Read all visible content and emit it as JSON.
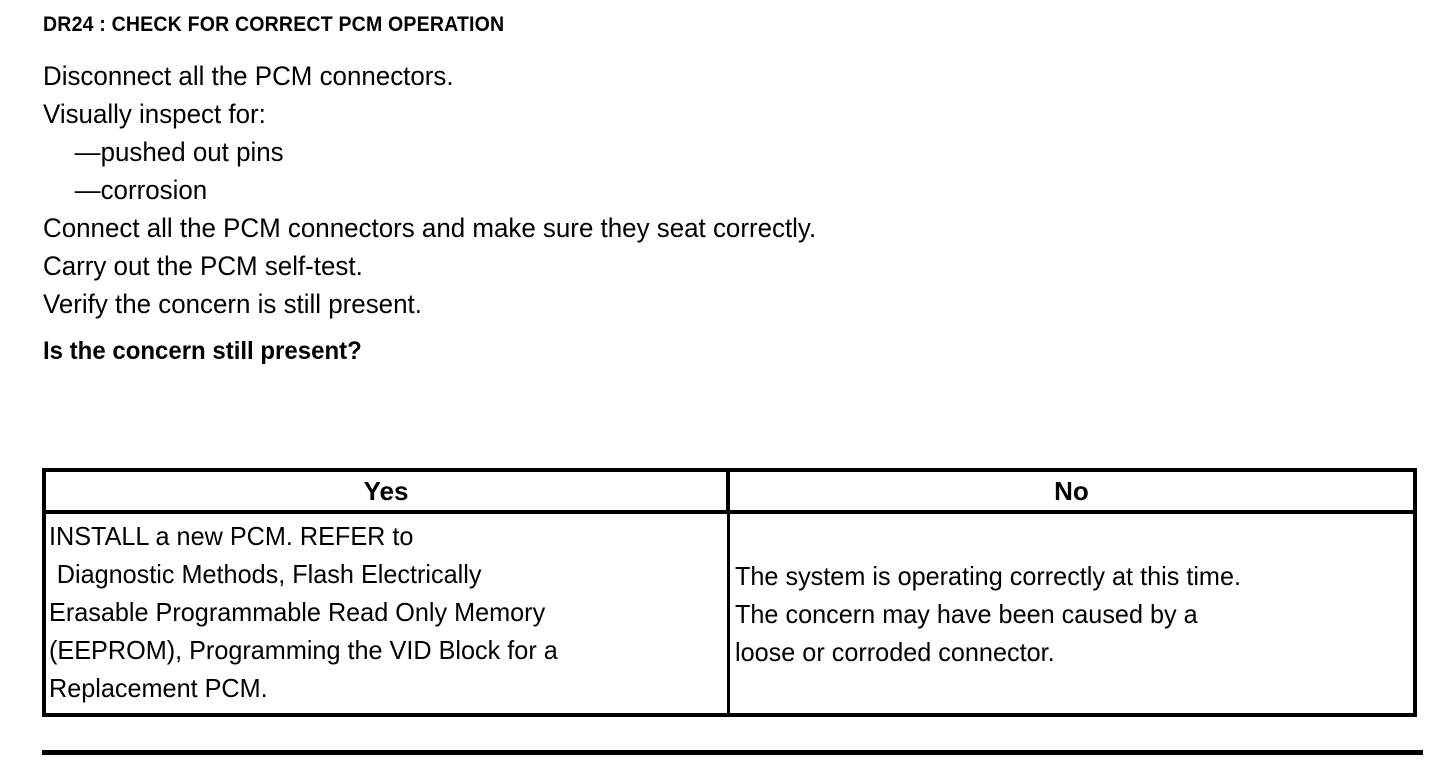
{
  "document": {
    "title": "DR24 : CHECK FOR CORRECT PCM OPERATION",
    "steps": [
      {
        "text": "Disconnect all the PCM connectors.",
        "style": "normal"
      },
      {
        "text": "Visually inspect for:",
        "style": "normal"
      },
      {
        "text": "—pushed out pins",
        "style": "dash"
      },
      {
        "text": "—corrosion",
        "style": "dash"
      },
      {
        "text": "Connect all the PCM connectors and make sure they seat correctly.",
        "style": "normal"
      },
      {
        "text": "Carry out the PCM self-test.",
        "style": "normal"
      },
      {
        "text": "Verify the concern is still present.",
        "style": "normal"
      },
      {
        "text": "Is the concern still present?",
        "style": "question"
      }
    ]
  },
  "decision_table": {
    "headers": {
      "yes": "Yes",
      "no": "No"
    },
    "yes_cell": {
      "lines": [
        "INSTALL a new PCM. REFER to",
        "Diagnostic Methods, Flash Electrically",
        "Erasable Programmable Read Only Memory",
        "(EEPROM), Programming the VID Block for a",
        "Replacement PCM."
      ]
    },
    "no_cell": {
      "lines": [
        "The system is operating correctly at this time.",
        "The concern may have been caused by a",
        "loose or corroded connector."
      ]
    }
  },
  "colors": {
    "ink": "#000000",
    "paper": "#ffffff"
  }
}
